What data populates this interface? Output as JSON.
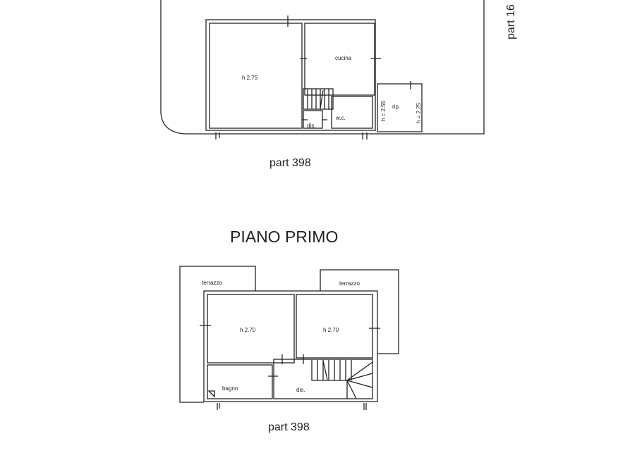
{
  "ground_floor": {
    "rooms": {
      "living": "h 2.75",
      "kitchen": "cucina",
      "wc": "w.c.",
      "hall": "dis.",
      "storage": "rip.",
      "height_wc": "h = 2.55",
      "height_storage": "h = 2.25"
    },
    "parcel_bottom": "part 398",
    "parcel_right": "part 16"
  },
  "first_floor": {
    "title": "PIANO PRIMO",
    "rooms": {
      "terrace_left": "terrazzo",
      "terrace_right": "terrazzo",
      "room_left": "h 2.70",
      "room_right": "h 2.70",
      "bathroom": "bagno",
      "hall": "dis."
    },
    "parcel_bottom": "part 398"
  }
}
